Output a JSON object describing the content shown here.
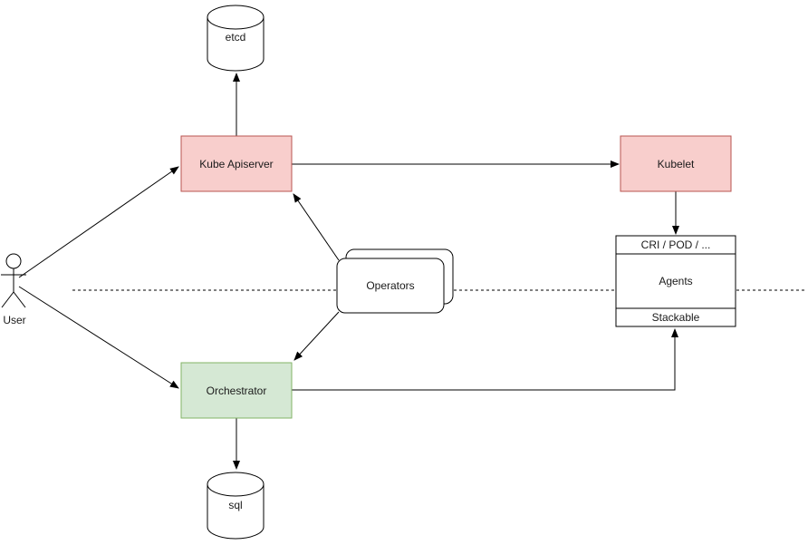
{
  "diagram": {
    "nodes": {
      "etcd": {
        "label": "etcd",
        "shape": "cylinder"
      },
      "kube_apiserver": {
        "label": "Kube Apiserver",
        "shape": "rect"
      },
      "kubelet": {
        "label": "Kubelet",
        "shape": "rect"
      },
      "operators": {
        "label": "Operators",
        "shape": "stacked-rounded-rect"
      },
      "agents": {
        "top": "CRI / POD / ...",
        "middle": "Agents",
        "bottom": "Stackable",
        "shape": "partitioned-rect"
      },
      "orchestrator": {
        "label": "Orchestrator",
        "shape": "rect"
      },
      "sql": {
        "label": "sql",
        "shape": "cylinder"
      },
      "user": {
        "label": "User",
        "shape": "actor"
      }
    },
    "edges": [
      {
        "from": "user",
        "to": "kube_apiserver",
        "style": "solid-arrow"
      },
      {
        "from": "user",
        "to": "orchestrator",
        "style": "solid-arrow"
      },
      {
        "from": "kube_apiserver",
        "to": "etcd",
        "style": "solid-arrow"
      },
      {
        "from": "kube_apiserver",
        "to": "kubelet",
        "style": "solid-arrow"
      },
      {
        "from": "operators",
        "to": "kube_apiserver",
        "style": "solid-arrow"
      },
      {
        "from": "operators",
        "to": "orchestrator",
        "style": "solid-arrow"
      },
      {
        "from": "kubelet",
        "to": "agents",
        "style": "solid-arrow"
      },
      {
        "from": "orchestrator",
        "to": "agents",
        "style": "solid-arrow-elbow"
      },
      {
        "from": "orchestrator",
        "to": "sql",
        "style": "solid-arrow"
      }
    ],
    "separator": {
      "orientation": "horizontal",
      "style": "dashed"
    },
    "colors": {
      "red_fill": "#f8cecc",
      "red_stroke": "#b85450",
      "green_fill": "#d5e8d4",
      "green_stroke": "#82b366",
      "neutral_fill": "#ffffff",
      "line": "#000000"
    }
  }
}
